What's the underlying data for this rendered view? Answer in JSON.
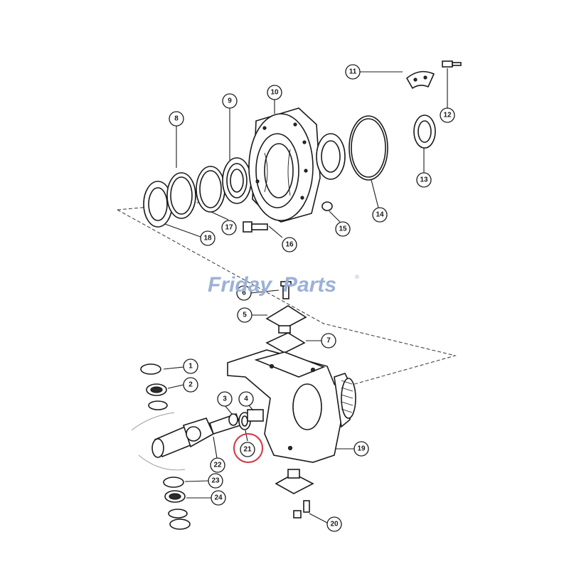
{
  "watermark": {
    "word1": "Friday",
    "word2": "Parts",
    "registered": "®"
  },
  "callouts": [
    {
      "id": "c1",
      "label": "1"
    },
    {
      "id": "c2",
      "label": "2"
    },
    {
      "id": "c3",
      "label": "3"
    },
    {
      "id": "c4",
      "label": "4"
    },
    {
      "id": "c5",
      "label": "5"
    },
    {
      "id": "c6",
      "label": "6"
    },
    {
      "id": "c7",
      "label": "7"
    },
    {
      "id": "c8",
      "label": "8"
    },
    {
      "id": "c9",
      "label": "9"
    },
    {
      "id": "c10",
      "label": "10"
    },
    {
      "id": "c11",
      "label": "11"
    },
    {
      "id": "c12",
      "label": "12"
    },
    {
      "id": "c13",
      "label": "13"
    },
    {
      "id": "c14",
      "label": "14"
    },
    {
      "id": "c15",
      "label": "15"
    },
    {
      "id": "c16",
      "label": "16"
    },
    {
      "id": "c17",
      "label": "17"
    },
    {
      "id": "c18",
      "label": "18"
    },
    {
      "id": "c19",
      "label": "19"
    },
    {
      "id": "c20",
      "label": "20"
    },
    {
      "id": "c21",
      "label": "21"
    },
    {
      "id": "c22",
      "label": "22"
    },
    {
      "id": "c23",
      "label": "23"
    },
    {
      "id": "c24",
      "label": "24"
    }
  ],
  "highlighted_callout": "21",
  "colors": {
    "line": "#1a1a1a",
    "highlight": "#d6333f",
    "watermark": "#9bb1d8"
  }
}
